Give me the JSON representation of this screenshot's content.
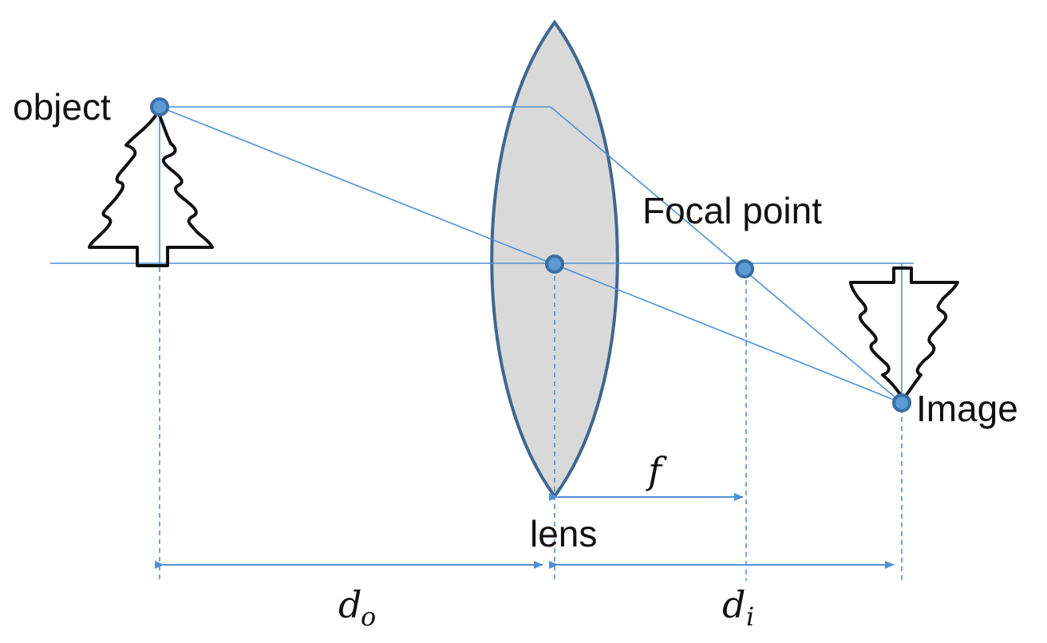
{
  "diagram": {
    "labels": {
      "object": "object",
      "focal_point": "Focal point",
      "image": "Image",
      "lens": "lens",
      "f": "f",
      "d_o_main": "d",
      "d_o_sub": "o",
      "d_i_main": "d",
      "d_i_sub": "i"
    },
    "colors": {
      "ray": "#4f8fd6",
      "lens_fill": "#d9d9d9",
      "lens_stroke": "#41668e",
      "point_fill": "#5b9bd5",
      "point_stroke": "#3a6ea5",
      "tree_stroke": "#111111"
    }
  }
}
